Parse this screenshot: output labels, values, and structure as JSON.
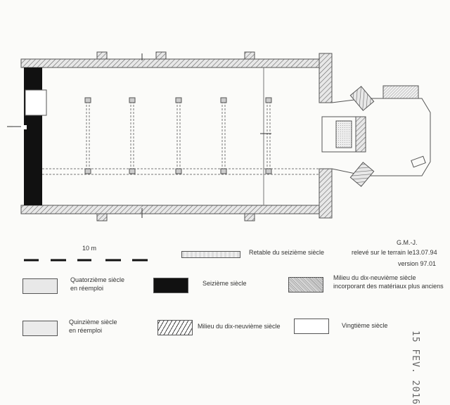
{
  "plan": {
    "title": "Plan de l'église"
  },
  "scale": {
    "label": "10 m"
  },
  "credits": {
    "author": "G.M.-J.",
    "survey": "relevé sur le terrain le13.07.94",
    "version": "version 97.01"
  },
  "legend": [
    {
      "key": "retable",
      "label": "Retable du seizième siècle",
      "label2": ""
    },
    {
      "key": "quatorzieme",
      "label": "Quatorzième siècle",
      "label2": "en réemploi"
    },
    {
      "key": "seizieme",
      "label": "Seizième siècle",
      "label2": ""
    },
    {
      "key": "milieu19-anciens",
      "label": "Milieu du dix-neuvième siècle",
      "label2": "incorporant des matériaux plus anciens"
    },
    {
      "key": "quinzieme",
      "label": "Quinzième siècle",
      "label2": "en réemploi"
    },
    {
      "key": "milieu19",
      "label": "Milieu du dix-neuvième siècle",
      "label2": ""
    },
    {
      "key": "vingtieme",
      "label": "Vingtième siècle",
      "label2": ""
    }
  ],
  "stamp": {
    "date": "15 FEV. 2016"
  },
  "colors": {
    "wall": "#999",
    "black": "#111",
    "line": "#555"
  }
}
